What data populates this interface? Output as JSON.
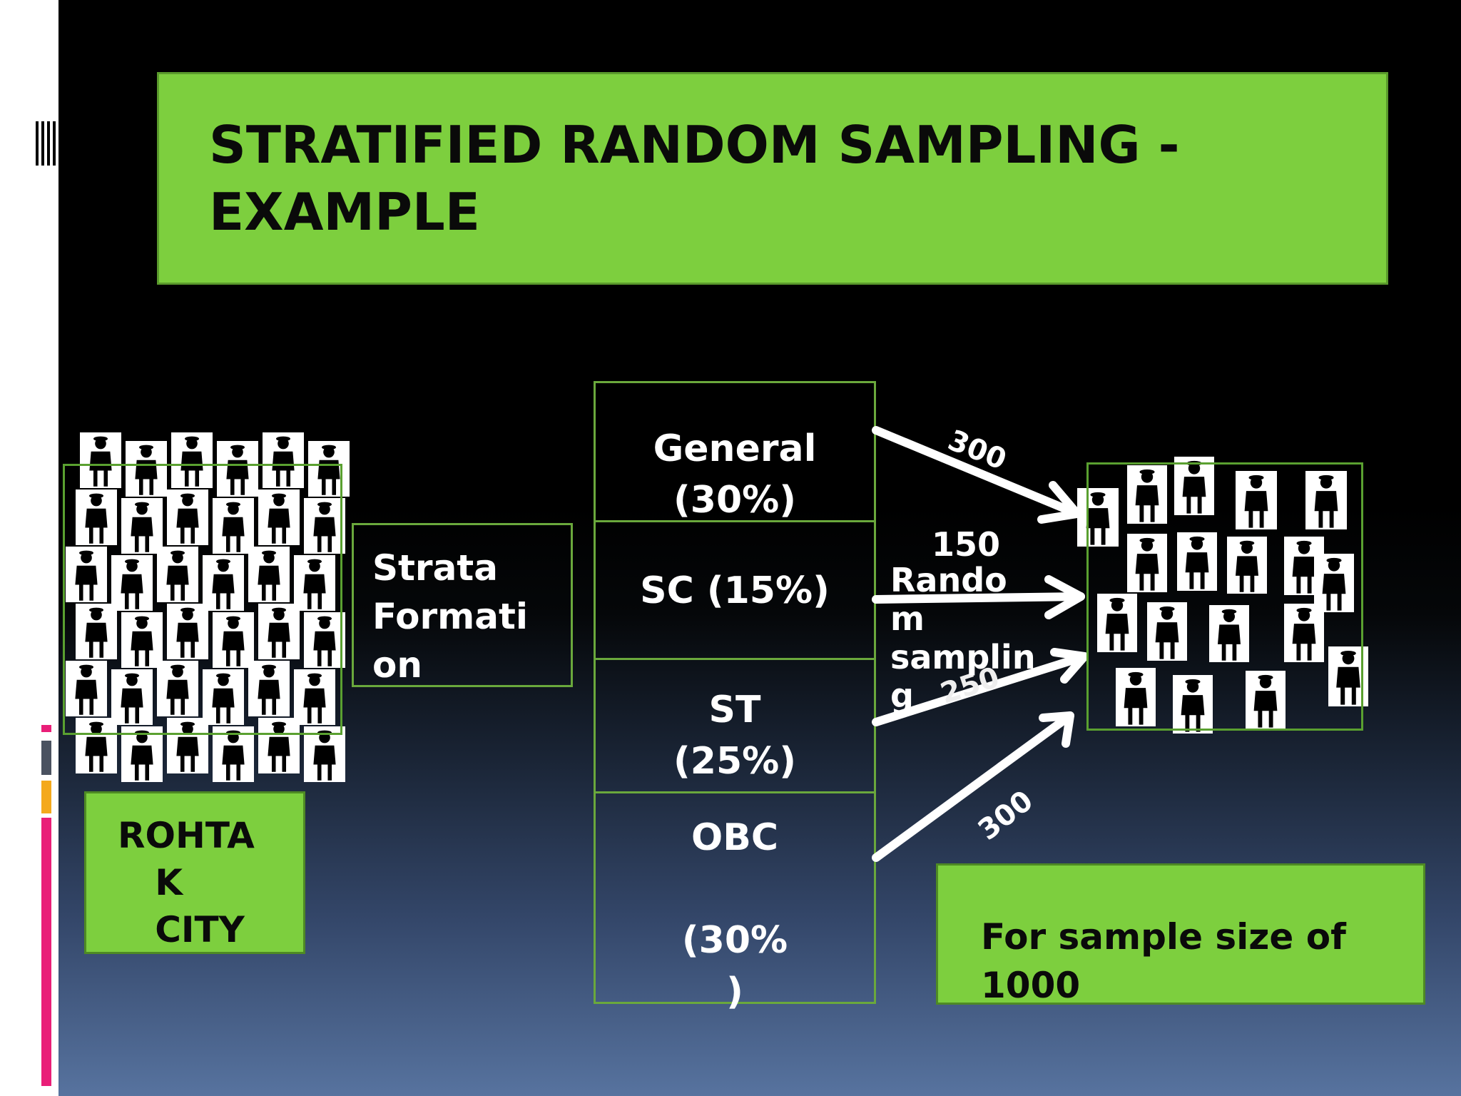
{
  "title": "STRATIFIED RANDOM SAMPLING -\nEXAMPLE",
  "population_label": "ROHTA\n   K\n   CITY",
  "process_label": "   Strata\nFormati\non",
  "strata": [
    {
      "label": "General\n(30%)"
    },
    {
      "label": "SC (15%)"
    },
    {
      "label": "ST\n(25%)"
    },
    {
      "label": "OBC\n\n(30%\n)"
    }
  ],
  "arrow_counts": [
    "300",
    "150",
    "250",
    "300"
  ],
  "method_label": "Rando\nm\nsamplin\ng",
  "sample_note": "For sample size of\n1000",
  "colors": {
    "accent_green": "#7dcf3e",
    "background": "#000000",
    "arrow": "#ffffff"
  }
}
